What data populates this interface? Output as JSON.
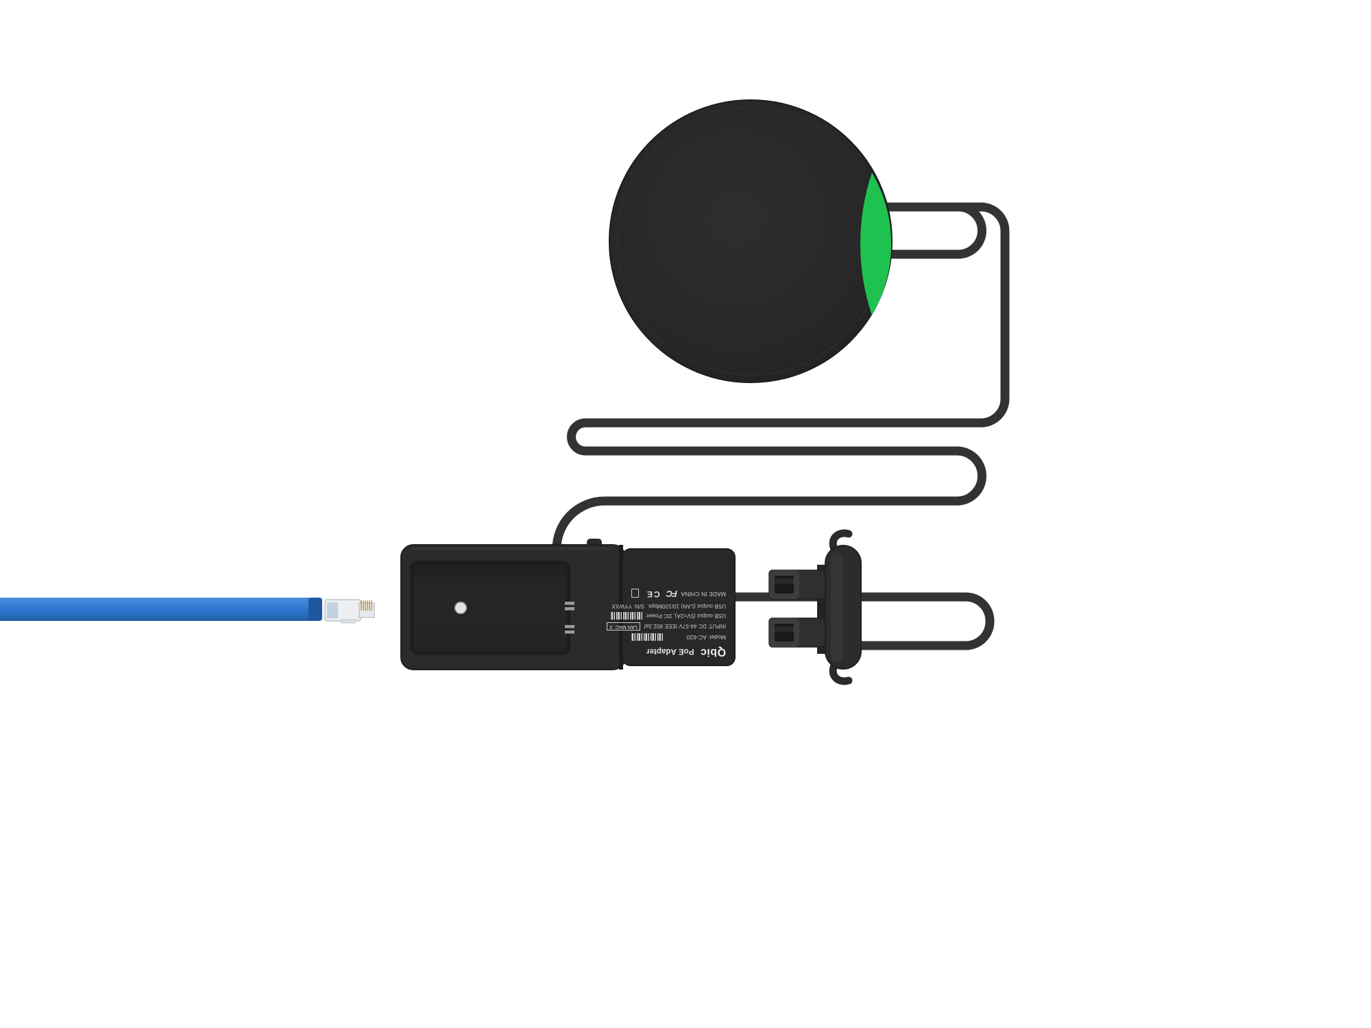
{
  "scene": {
    "background_color": "#ffffff",
    "puck_body_color": "#272727",
    "puck_accent_color": "#1ec24f",
    "cable_color": "#333333",
    "ethernet_cable_color": "#2f7ad2",
    "adapter_body_color": "#2b2b2b"
  },
  "adapter": {
    "label": {
      "brand": "Qbic",
      "product": "PoE Adapter",
      "model": "Model: AC-620",
      "input": "INPUT: DC 44-57V IEEE 802.3af",
      "usb_power": "USB output (5V=2A), DC Power",
      "usb_lan": "USB output (LAN) 10/100Mbps",
      "made_in": "MADE IN CHINA",
      "serial": "S/N: YYWXX",
      "lan_mac": "LAN MAC: X",
      "fcc_mark": "FC",
      "ce_mark": "CE"
    }
  }
}
